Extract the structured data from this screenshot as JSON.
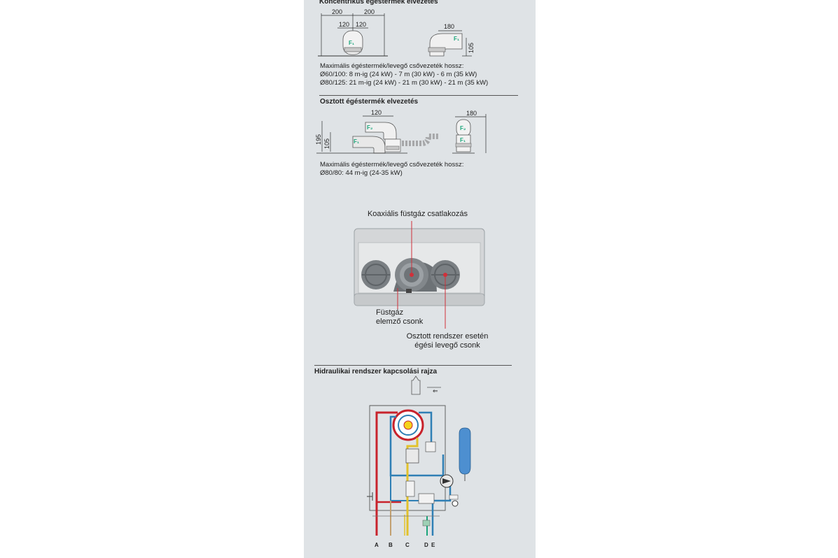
{
  "section1": {
    "title": "Koncentrikus égéstermék elvezetés",
    "dims": {
      "a": "200",
      "b": "200",
      "c": "120",
      "d": "120",
      "e": "180",
      "f": "105"
    },
    "fitting_labels": {
      "first": "F₁",
      "second": "F₁"
    },
    "text": [
      "Maximális égéstermék/levegő csővezeték hossz:",
      "Ø60/100: 8 m-ig (24 kW) - 7 m (30 kW) - 6 m (35 kW)",
      "Ø80/125: 21 m-ig (24 kW) - 21 m (30 kW) - 21 m (35 kW)"
    ]
  },
  "section2": {
    "title": "Osztott égéstermék elvezetés",
    "dims": {
      "a": "120",
      "b": "195",
      "c": "105",
      "d": "180"
    },
    "fitting_labels": {
      "upper": "F₂",
      "lower": "F₁",
      "right_upper": "F₂",
      "right_lower": "F₁"
    },
    "text": [
      "Maximális égéstermék/levegő csővezeték hossz:",
      "Ø80/80: 44 m-ig (24-35 kW)"
    ]
  },
  "connection": {
    "label_top": "Koaxiális füstgáz csatlakozás",
    "label_left": [
      "Füstgáz",
      "elemző csonk"
    ],
    "label_right": [
      "Osztott rendszer esetén",
      "égési levegő csonk"
    ]
  },
  "section3": {
    "title": "Hidraulikai rendszer kapcsolási rajza",
    "letters": [
      "A",
      "B",
      "C",
      "D",
      "E"
    ]
  },
  "colors": {
    "sheet": "#dfe3e6",
    "hot": "#c8232c",
    "cold": "#2f7fb5",
    "gas": "#e2c22b",
    "green": "#1aa57a",
    "pointer": "#d0303a"
  }
}
